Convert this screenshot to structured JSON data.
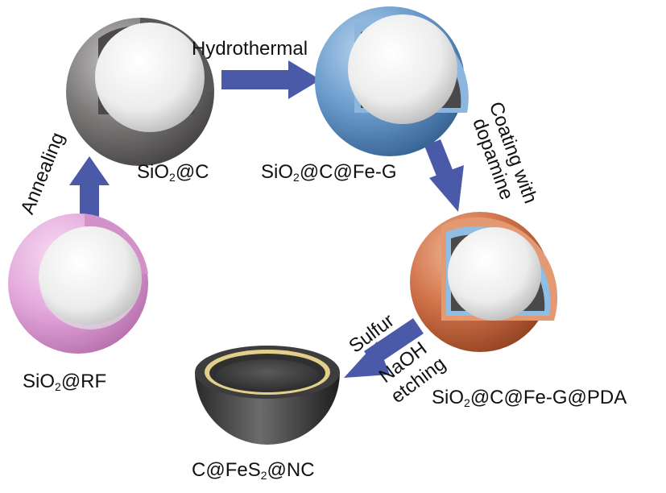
{
  "particles": {
    "sio2_rf": {
      "pre": "SiO",
      "sub": "2",
      "post": "@RF"
    },
    "sio2_c": {
      "pre": "SiO",
      "sub": "2",
      "post": "@C"
    },
    "sio2_c_fe_g": {
      "pre": "SiO",
      "sub": "2",
      "post": "@C@Fe-G"
    },
    "sio2_c_fe_g_pda": {
      "pre": "SiO",
      "sub": "2",
      "post": "@C@Fe-G@PDA"
    },
    "c_fes2_nc": {
      "pre": "C@FeS",
      "sub": "2",
      "post": "@NC"
    }
  },
  "steps": {
    "annealing": "Annealing",
    "hydrothermal": "Hydrothermal",
    "coating_line1": "Coating with",
    "coating_line2": "dopamine",
    "sulfur": "Sulfur",
    "naoh_line1": "NaOH",
    "naoh_line2": "etching"
  },
  "colors": {
    "arrow": "#4a5aa8",
    "pink_shell": "#e4a8dc",
    "grey_shell": "#6f6c6c",
    "blue_shell": "#5c8fc4",
    "orange_shell": "#d07249",
    "core_white": "#f2f2f2",
    "gold_ring": "#e2cf8c"
  }
}
